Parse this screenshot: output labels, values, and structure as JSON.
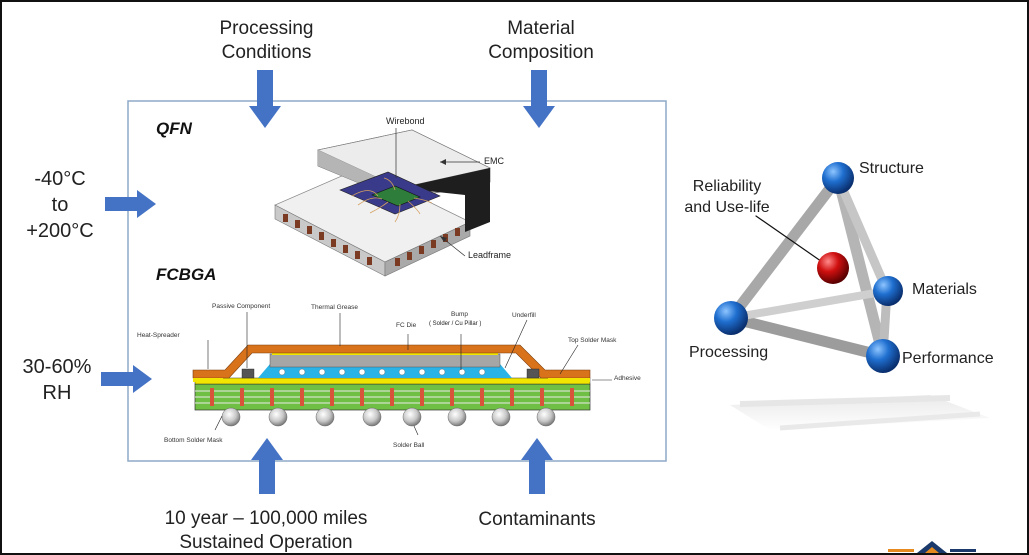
{
  "top_inputs": {
    "processing_line1": "Processing",
    "processing_line2": "Conditions",
    "material_line1": "Material",
    "material_line2": "Composition"
  },
  "left_inputs": {
    "temp_line1": "-40°C",
    "temp_line2": "to",
    "temp_line3": "+200°C",
    "humidity_line1": "30-60%",
    "humidity_line2": "RH"
  },
  "bottom_inputs": {
    "operation_line1": "10 year – 100,000 miles",
    "operation_line2": "Sustained Operation",
    "contaminants": "Contaminants"
  },
  "qfn": {
    "title": "QFN",
    "wirebond": "Wirebond",
    "emc": "EMC",
    "leadframe": "Leadframe"
  },
  "fcbga": {
    "title": "FCBGA",
    "passive_component": "Passive Component",
    "thermal_grease": "Thermal Grease",
    "bump": "Bump",
    "bump_sub": "( Solder / Cu Pillar )",
    "fc_die": "FC Die",
    "underfill": "Underfill",
    "top_solder_mask": "Top Solder Mask",
    "heat_spreader": "Heat-Spreader",
    "adhesive": "Adhesive",
    "bottom_solder_mask": "Bottom Solder Mask",
    "solder_ball": "Solder Ball"
  },
  "tetrahedron": {
    "center_line1": "Reliability",
    "center_line2": "and Use-life",
    "structure": "Structure",
    "materials": "Materials",
    "processing": "Processing",
    "performance": "Performance"
  },
  "colors": {
    "arrow_blue": "#4472c4",
    "sphere_blue": "#1a5fb4",
    "sphere_red": "#c00000",
    "heat_spreader": "#d8731c",
    "substrate_green": "#6fbf45",
    "die_yellow": "#f2e600",
    "underfill_cyan": "#2ab3e6",
    "box_border": "#8ea9c8"
  }
}
